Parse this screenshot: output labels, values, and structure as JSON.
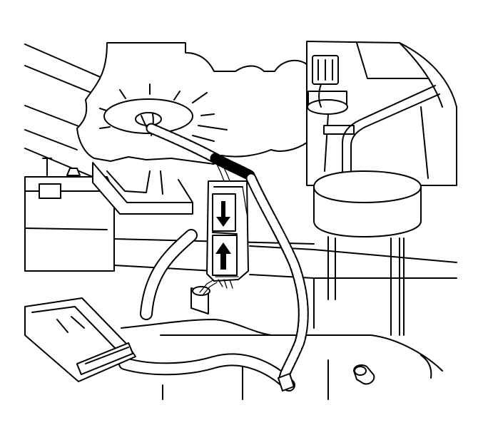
{
  "figure": {
    "kind": "line-art technical illustration",
    "labels": [],
    "arrows": [
      {
        "name": "connector-arrow-up",
        "direction": "up"
      },
      {
        "name": "connector-arrow-down",
        "direction": "down"
      }
    ],
    "colors": {
      "ink": "#000000",
      "paper": "#ffffff"
    }
  }
}
